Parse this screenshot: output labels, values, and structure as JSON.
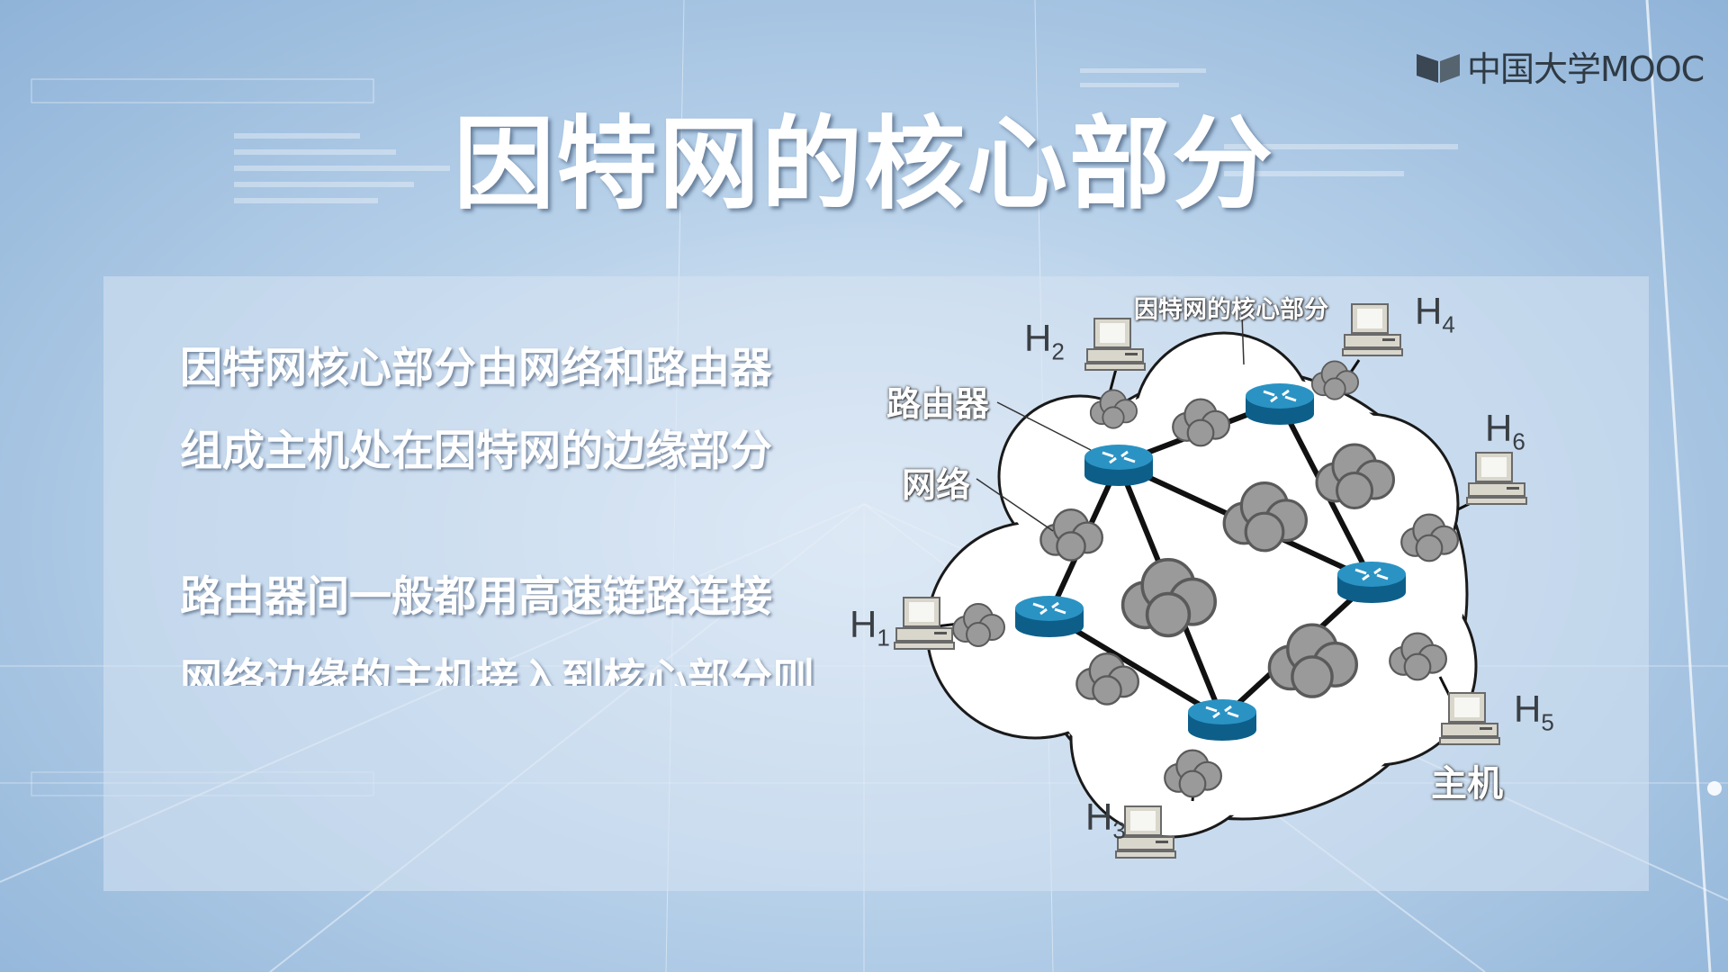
{
  "logo": {
    "text": "中国大学MOOC",
    "icon": "mooc-logo-icon"
  },
  "slide": {
    "title": "因特网的核心部分",
    "paragraph1": [
      "因特网核心部分由网络和路由器",
      "组成主机处在因特网的边缘部分"
    ],
    "paragraph2": [
      "路由器间一般都用高速链路连接",
      "网络边缘的主机接入到核心部分则"
    ]
  },
  "diagram": {
    "core_label": "因特网的核心部分",
    "router_label": "路由器",
    "network_label": "网络",
    "host_label": "主机",
    "hosts": [
      {
        "letter": "H",
        "index": "1"
      },
      {
        "letter": "H",
        "index": "2"
      },
      {
        "letter": "H",
        "index": "3"
      },
      {
        "letter": "H",
        "index": "4"
      },
      {
        "letter": "H",
        "index": "5"
      },
      {
        "letter": "H",
        "index": "6"
      }
    ]
  },
  "colors": {
    "router": "#1e7fb0",
    "network_cloud": "#9a9a9a",
    "core_cloud": "#ffffff",
    "title_text": "#ffffff"
  }
}
